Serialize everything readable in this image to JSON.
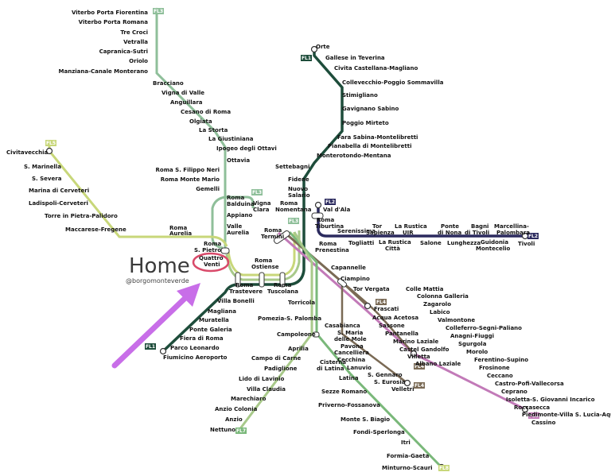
{
  "colors": {
    "fl1": "#1e4d3b",
    "fl2": "#2b2a5e",
    "fl3": "#8fbf9a",
    "fl4": "#7a6a55",
    "fl5": "#c8d77a",
    "fl6": "#7ab87a",
    "fl7": "#a8c98a",
    "fl8": "#c27ab8",
    "home_circle": "#d94a6a",
    "arrow": "#c86ee8"
  },
  "badges": {
    "fl1_top": "FL1",
    "fl1_bottom": "FL1",
    "fl2": "FL2",
    "fl2_east": "FL2",
    "fl3_top": "FL3",
    "fl3_vigna": "FL3",
    "fl3_center": "FL3",
    "fl4_frascati": "FL4",
    "fl4_albano": "FL4",
    "fl4_velletri": "FL4",
    "fl5": "FL5",
    "fl6_cassino": "FL6",
    "fl7": "FL7",
    "fl8": "FL8"
  },
  "home": {
    "title": "Home",
    "handle": "@borgomonteverde"
  },
  "stations": {
    "viterbo_pf": "Viterbo Porta Fiorentina",
    "viterbo_pr": "Viterbo Porta Romana",
    "tre_croci": "Tre Croci",
    "vetralla": "Vetralla",
    "capranica": "Capranica-Sutri",
    "oriolo": "Oriolo",
    "manziana": "Manziana-Canale Monterano",
    "bracciano": "Bracciano",
    "vigna_di_valle": "Vigna di Valle",
    "anguillara": "Anguillara",
    "cesano": "Cesano di Roma",
    "olgiata": "Olgiata",
    "la_storta": "La Storta",
    "la_giustiniana": "La Giustiniana",
    "ipogeo": "Ipogeo degli Ottavi",
    "ottavia": "Ottavia",
    "san_filippo": "Roma S. Filippo Neri",
    "monte_mario": "Roma Monte Mario",
    "gemelli": "Gemelli",
    "balduina_1": "Roma",
    "balduina_2": "Balduina",
    "appiano": "Appiano",
    "valle_aurelia_1": "Valle",
    "valle_aurelia_2": "Aurelia",
    "vigna_clara_1": "Vigna",
    "vigna_clara_2": "Clara",
    "civitavecchia": "Civitavecchia",
    "marinella": "S. Marinella",
    "severa": "S. Severa",
    "marina_cerveteri": "Marina di Cerveteri",
    "ladispoli": "Ladispoli-Cerveteri",
    "torre_pietra": "Torre in Pietra-Palidoro",
    "maccarese": "Maccarese-Fregene",
    "aurelia_1": "Roma",
    "aurelia_2": "Aurelia",
    "s_pietro_1": "Roma",
    "s_pietro_2": "S. Pietro",
    "quattro_venti_1": "Quattro",
    "quattro_venti_2": "Venti",
    "ostiense_1": "Roma",
    "ostiense_2": "Ostiense",
    "trastevere_1": "Roma",
    "trastevere_2": "Trastevere",
    "tuscolana_1": "Roma",
    "tuscolana_2": "Tuscolana",
    "villa_bonelli": "Villa Bonelli",
    "magliana": "Magliana",
    "muratella": "Muratella",
    "ponte_galeria": "Ponte Galeria",
    "fiera": "Fiera di Roma",
    "parco_leonardo": "Parco Leonardo",
    "fiumicino": "Fiumicino Aeroporto",
    "orte": "Orte",
    "gallese": "Gallese in Teverina",
    "civita_castellana": "Civita Castellana-Magliano",
    "collevecchio": "Collevecchio-Poggio Sommavilla",
    "stimigliano": "Stimigliano",
    "gavignano": "Gavignano Sabino",
    "poggio_mirteto": "Poggio Mirteto",
    "fara_sabina": "Fara Sabina-Montelibretti",
    "piana_bella": "Pianabella di Montelibretti",
    "monterotondo": "Monterotondo-Mentana",
    "settebagni": "Settebagni",
    "fidene": "Fidene",
    "nuovo_salario_1": "Nuovo",
    "nuovo_salario_2": "Salario",
    "nomentana_1": "Roma",
    "nomentana_2": "Nomentana",
    "val_d_ala": "Val d'Ala",
    "tiburtina_1": "Roma",
    "tiburtina_2": "Tiburtina",
    "termini_1": "Roma",
    "termini_2": "Termini",
    "prenestina_1": "Roma",
    "prenestina_2": "Prenestina",
    "serenissima": "Serenissima",
    "togliatti": "Togliatti",
    "tor_sapienza_1": "Tor",
    "tor_sapienza_2": "Sapienza",
    "rustica_città_1": "La Rustica",
    "rustica_città_2": "Città",
    "rustica_uir_1": "La Rustica",
    "rustica_uir_2": "UIR",
    "salone": "Salone",
    "ponte_nona_1": "Ponte",
    "ponte_nona_2": "di Nona",
    "lunghezza": "Lunghezza",
    "bagni_tivoli_1": "Bagni",
    "bagni_tivoli_2": "di Tivoli",
    "guidonia_1": "Guidonia",
    "guidonia_2": "Montecelio",
    "marcellina_1": "Marcellina-",
    "marcellina_2": "Palombara",
    "tivoli": "Tivoli",
    "capannelle": "Capannelle",
    "ciampino": "Ciampino",
    "tor_vergata": "Tor Vergata",
    "colle_mattia": "Colle Mattia",
    "colonna": "Colonna Galleria",
    "zagarolo": "Zagarolo",
    "labico": "Labico",
    "valmontone": "Valmontone",
    "colleferro": "Colleferro-Segni-Paliano",
    "anagni": "Anagni-Fiuggi",
    "sgurgola": "Sgurgola",
    "morolo": "Morolo",
    "ferentino": "Ferentino-Supino",
    "frosinone": "Frosinone",
    "ceccano": "Ceccano",
    "castro": "Castro-Pofi-Vallecorsa",
    "ceprano": "Ceprano",
    "isoletta": "Isoletta-S. Giovanni Incarico",
    "roccasecca": "Roccasecca",
    "piedimonte": "Piedimonte-Villa S. Lucia-Aquino",
    "cassino": "Cassino",
    "frascati": "Frascati",
    "acqua_acetosa": "Acqua Acetosa",
    "sassone": "Sassone",
    "pantanella": "Pantanella",
    "marino": "Marino Laziale",
    "castel_gandolfo": "Castel Gandolfo",
    "villetta": "Villetta",
    "albano": "Albano Laziale",
    "casabianca": "Casabianca",
    "s_maria_1": "S. Maria",
    "s_maria_2": "delle Mole",
    "pavona": "Pavona",
    "cancelliera": "Cancelliera",
    "cecchina": "Cecchina",
    "lanuvio": "Lanuvio",
    "s_gennaro": "S. Gennaro",
    "s_eurosia": "S. Eurosia",
    "velletri": "Velletri",
    "torricola": "Torricola",
    "pomezia": "Pomezia-S. Palomba",
    "campoleone": "Campoleone",
    "aprilia": "Aprilia",
    "campo_di_carne": "Campo di Carne",
    "padiglione": "Padiglione",
    "lido_lavinio": "Lido di Lavinio",
    "villa_claudia": "Villa Claudia",
    "marechiaro": "Marechiaro",
    "anzio_colonia": "Anzio Colonia",
    "anzio": "Anzio",
    "nettuno": "Nettuno",
    "cisterna_1": "Cisterna",
    "cisterna_2": "di Latina",
    "latina": "Latina",
    "sezze": "Sezze Romano",
    "priverno": "Priverno-Fossanova",
    "monte_biagio": "Monte S. Biagio",
    "fondi": "Fondi-Sperlonga",
    "itri": "Itri",
    "formia": "Formia-Gaeta",
    "minturno": "Minturno-Scauri"
  }
}
